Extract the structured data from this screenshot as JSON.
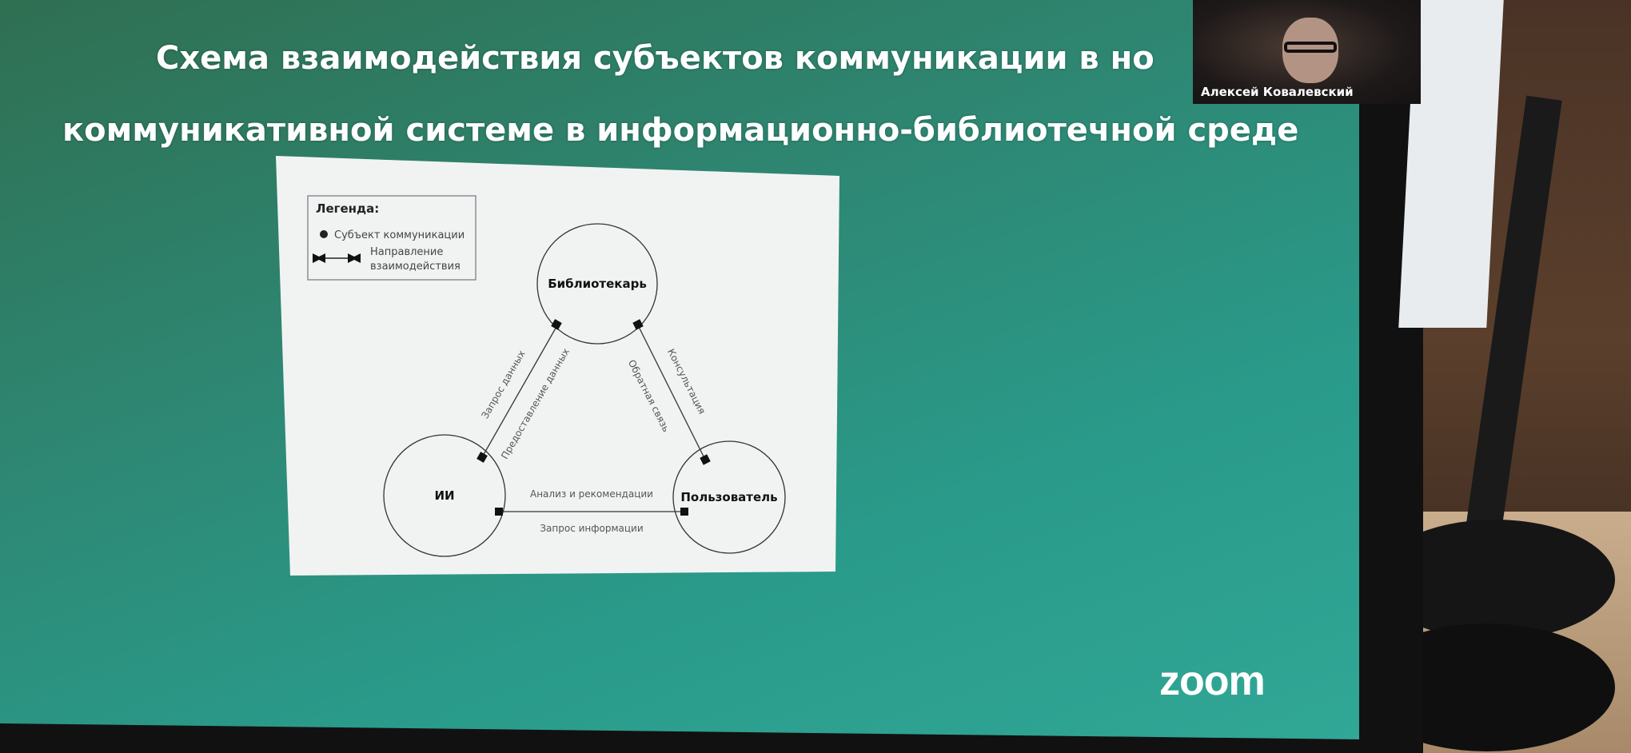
{
  "slide": {
    "title_line1": "Схема взаимодействия субъектов коммуникации в но",
    "title_line2": "коммуникативной системе в информационно-библиотечной среде"
  },
  "legend": {
    "title": "Легенда:",
    "subject": "Субъект коммуникации",
    "direction_line1": "Направление",
    "direction_line2": "взаимодействия"
  },
  "nodes": {
    "librarian": "Библиотекарь",
    "ai": "ИИ",
    "user": "Пользователь"
  },
  "edges": {
    "ai_lib_1": "Запрос данных",
    "ai_lib_2": "Предоставление данных",
    "lib_user_1": "Консультация",
    "lib_user_2": "Обратная связь",
    "ai_user_1": "Анализ и рекомендации",
    "ai_user_2": "Запрос информации"
  },
  "zoom": {
    "participant_name": "Алексей Ковалевский",
    "logo": "zoom"
  }
}
